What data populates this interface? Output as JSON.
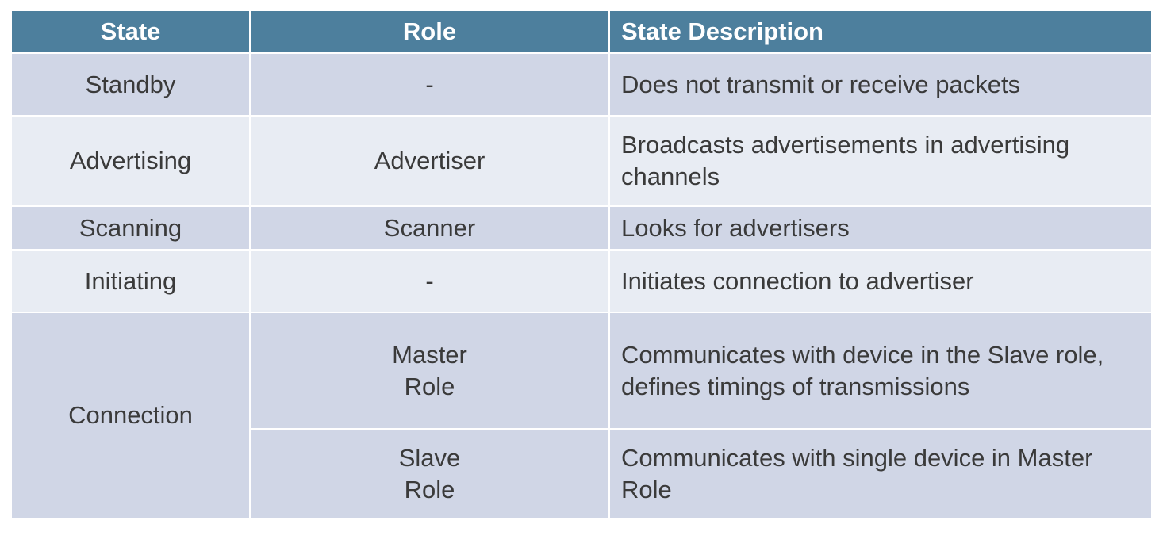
{
  "table": {
    "headers": {
      "state": "State",
      "role": "Role",
      "description": "State Description"
    },
    "rows": {
      "standby": {
        "state": "Standby",
        "role": "-",
        "description": "Does not transmit or receive packets"
      },
      "advertising": {
        "state": "Advertising",
        "role": "Advertiser",
        "description": "Broadcasts advertisements in advertising channels"
      },
      "scanning": {
        "state": "Scanning",
        "role": "Scanner",
        "description": "Looks for advertisers"
      },
      "initiating": {
        "state": "Initiating",
        "role": "-",
        "description": "Initiates connection to advertiser"
      },
      "connection": {
        "state": "Connection",
        "master": {
          "role_line1": "Master",
          "role_line2": "Role",
          "description_line1": "Communicates with device in the Slave role,",
          "description_line2": "defines timings of transmissions"
        },
        "slave": {
          "role_line1": "Slave",
          "role_line2": "Role",
          "description": "Communicates with single device in Master Role"
        }
      }
    }
  },
  "colors": {
    "header_bg": "#4d7f9d",
    "header_text": "#ffffff",
    "row_dark": "#d0d6e6",
    "row_light": "#e8ecf3",
    "cell_text": "#3a3a3a"
  }
}
